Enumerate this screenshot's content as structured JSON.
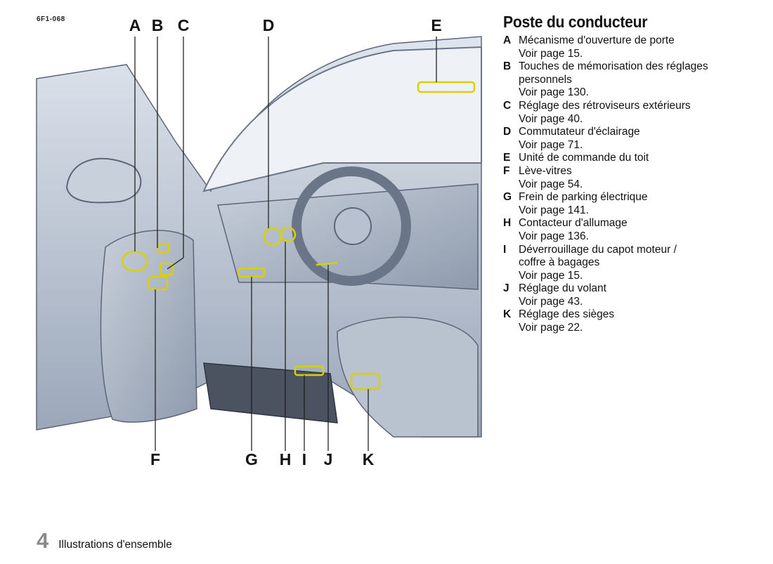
{
  "figure_code": "6F1-068",
  "callouts_top": [
    "A",
    "B",
    "C",
    "D",
    "E"
  ],
  "callouts_bottom": [
    "F",
    "G",
    "H",
    "I",
    "J",
    "K"
  ],
  "legend": {
    "title": "Poste du conducteur",
    "items": [
      {
        "letter": "A",
        "lines": [
          "Mécanisme d'ouverture de porte",
          "Voir page 15."
        ]
      },
      {
        "letter": "B",
        "lines": [
          "Touches de mémorisation des réglages",
          "personnels",
          "Voir page 130."
        ]
      },
      {
        "letter": "C",
        "lines": [
          "Réglage des rétroviseurs extérieurs",
          "Voir page 40."
        ]
      },
      {
        "letter": "D",
        "lines": [
          "Commutateur d'éclairage",
          "Voir page 71."
        ]
      },
      {
        "letter": "E",
        "lines": [
          "Unité de commande du toit"
        ]
      },
      {
        "letter": "F",
        "lines": [
          "Lève-vitres",
          "Voir page 54."
        ]
      },
      {
        "letter": "G",
        "lines": [
          "Frein de parking électrique",
          "Voir page 141."
        ]
      },
      {
        "letter": "H",
        "lines": [
          "Contacteur d'allumage",
          "Voir page 136."
        ]
      },
      {
        "letter": "I",
        "lines": [
          "Déverrouillage du capot moteur /",
          "coffre à bagages",
          "Voir page 15."
        ]
      },
      {
        "letter": "J",
        "lines": [
          "Réglage du volant",
          "Voir page 43."
        ]
      },
      {
        "letter": "K",
        "lines": [
          "Réglage des sièges",
          "Voir page 22."
        ]
      }
    ]
  },
  "footer": {
    "page_number": "4",
    "section": "Illustrations d'ensemble"
  }
}
